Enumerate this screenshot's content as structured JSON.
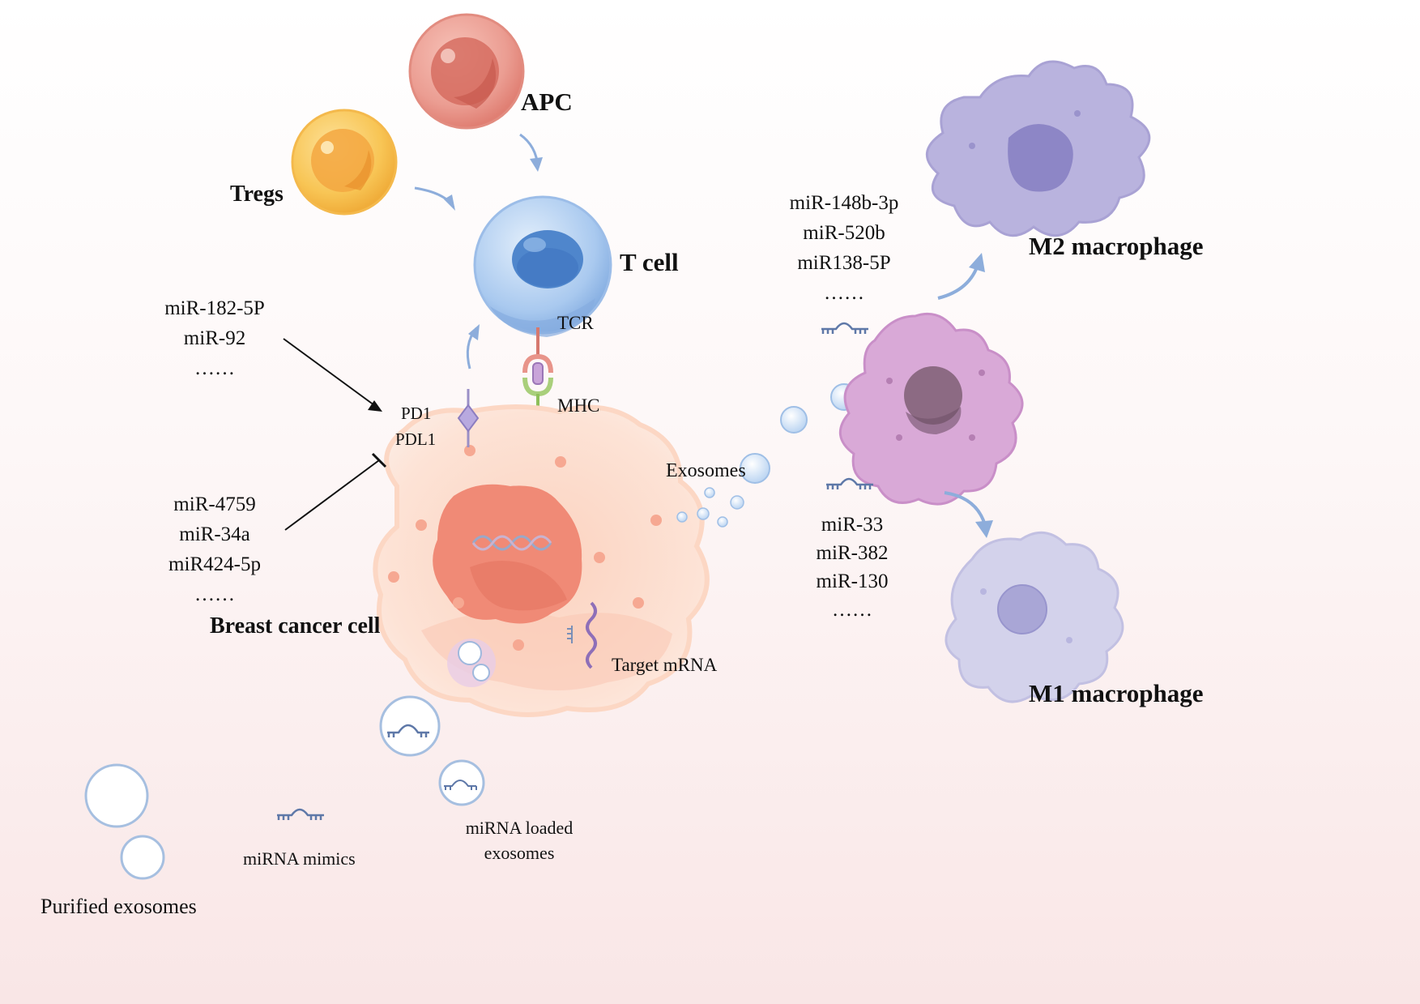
{
  "cells": {
    "apc": "APC",
    "tregs": "Tregs",
    "tcell": "T cell",
    "breast_cancer": "Breast cancer cell",
    "m2": "M2 macrophage",
    "m1": "M1 macrophage"
  },
  "receptors": {
    "tcr": "TCR",
    "mhc": "MHC",
    "pd1": "PD1",
    "pdl1": "PDL1"
  },
  "labels": {
    "exosomes": "Exosomes",
    "target_mrna": "Target mRNA"
  },
  "mirna_lists": {
    "activating": [
      "miR-182-5P",
      "miR-92",
      "……"
    ],
    "inhibiting": [
      "miR-4759",
      "miR-34a",
      "miR424-5p",
      "……"
    ],
    "m2": [
      "miR-148b-3p",
      "miR-520b",
      "miR138-5P",
      "……"
    ],
    "m1": [
      "miR-33",
      "miR-382",
      "miR-130",
      "……"
    ]
  },
  "legend": {
    "purified": "Purified exosomes",
    "mimics": "miRNA mimics",
    "loaded_line1": "miRNA loaded",
    "loaded_line2": "exosomes"
  },
  "colors": {
    "apc": "#e8948a",
    "tregs": "#f7c24f",
    "tcell": "#8fb6e6",
    "cancer": "#fcd8c6",
    "nucleus": "#f28c79",
    "m2": "#b8b3dd",
    "m1": "#d3d2eb",
    "mid_macrophage": "#d8a7d6",
    "arrow": "#8daddb"
  }
}
